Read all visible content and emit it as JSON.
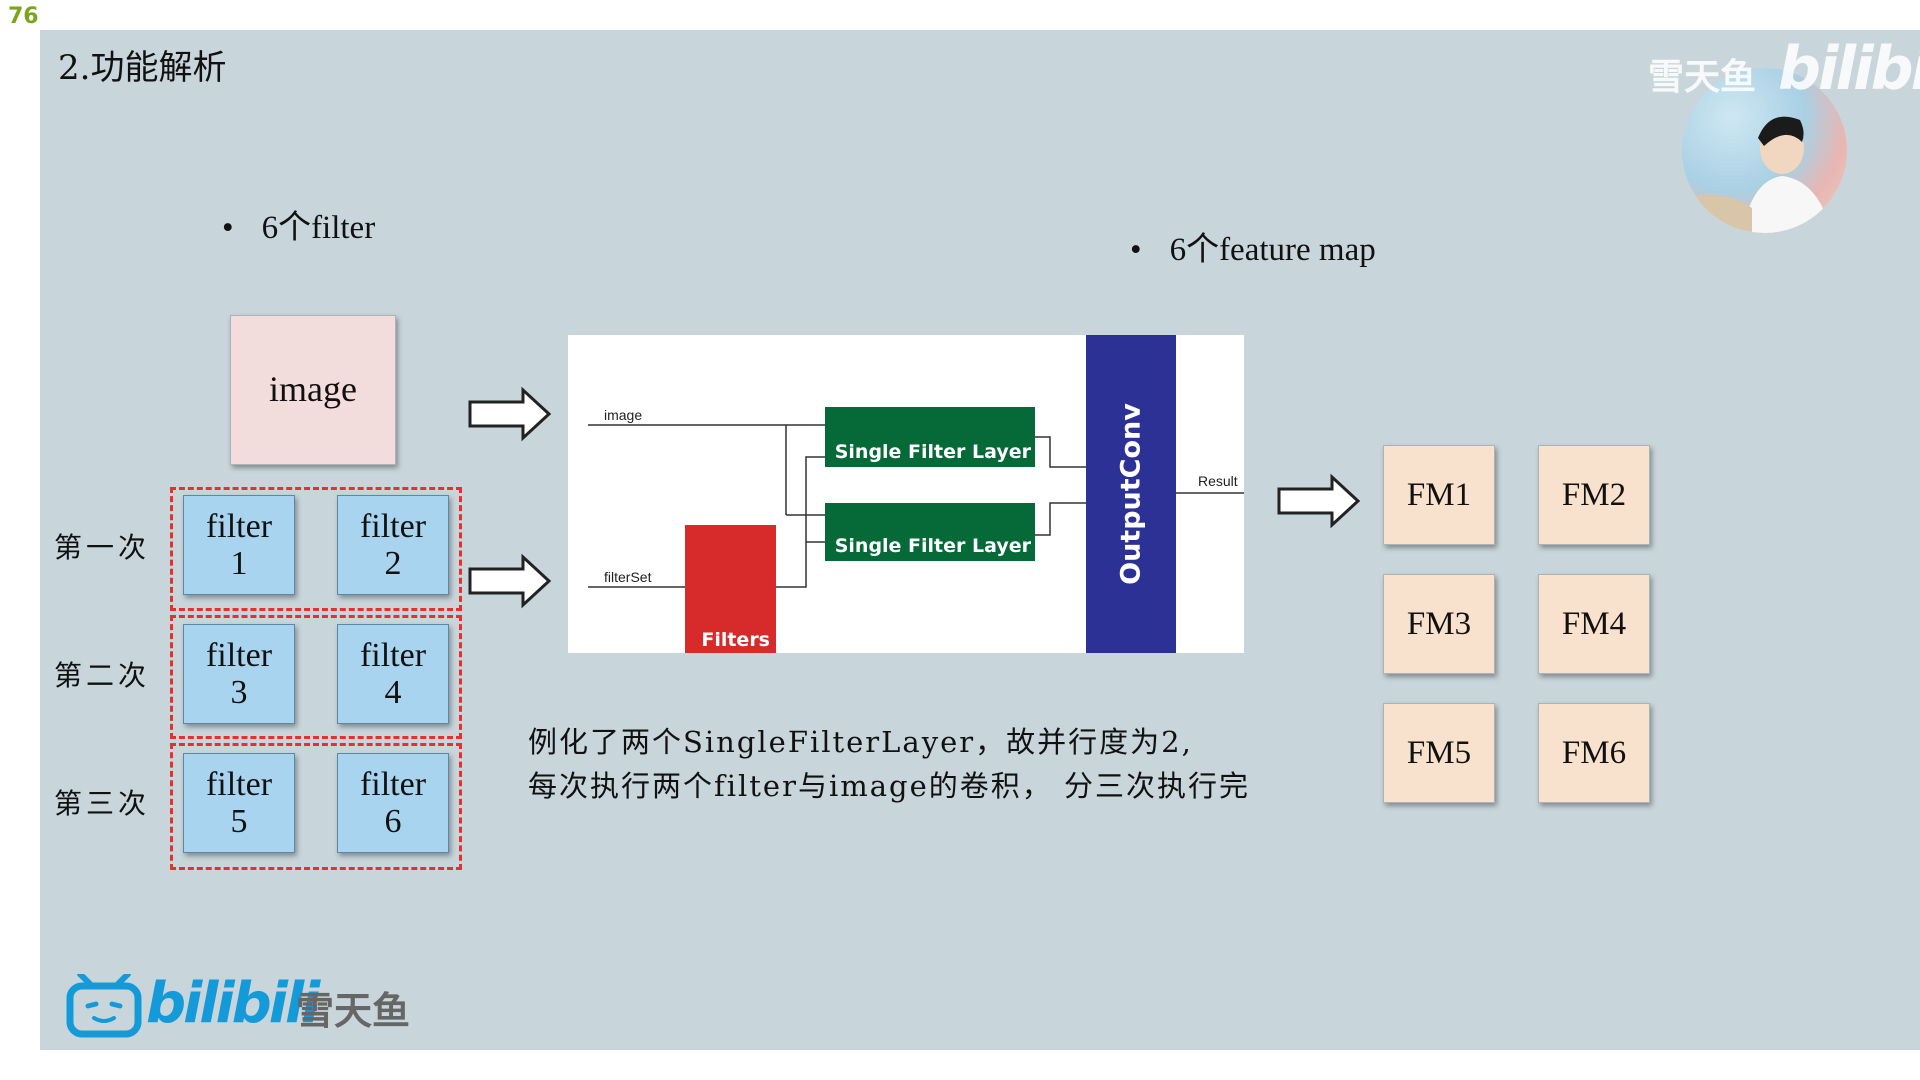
{
  "page_number": "76",
  "title": "2.功能解析",
  "bullets": {
    "filters": "6个filter",
    "feature_maps": "6个feature map"
  },
  "image_box": "image",
  "filters": [
    {
      "name": "filter",
      "index": "1"
    },
    {
      "name": "filter",
      "index": "2"
    },
    {
      "name": "filter",
      "index": "3"
    },
    {
      "name": "filter",
      "index": "4"
    },
    {
      "name": "filter",
      "index": "5"
    },
    {
      "name": "filter",
      "index": "6"
    }
  ],
  "rounds": [
    "第一次",
    "第二次",
    "第三次"
  ],
  "diagram": {
    "image_input": "image",
    "filterset_input": "filterSet",
    "layer_1": "Single Filter Layer",
    "layer_2": "Single Filter Layer",
    "filters_block": "Filters",
    "output_block": "OutputConv",
    "result_label": "Result"
  },
  "description": {
    "line1": "例化了两个SingleFilterLayer，故并行度为2,",
    "line2": "每次执行两个filter与image的卷积， 分三次执行完"
  },
  "feature_maps": [
    "FM1",
    "FM2",
    "FM3",
    "FM4",
    "FM5",
    "FM6"
  ],
  "watermark": {
    "author": "雪天鱼",
    "brand": "bilibili"
  },
  "footer": {
    "brand": "bilibili",
    "author": "雪天鱼"
  },
  "icons": {
    "arrow": "right-arrow-icon",
    "tv": "bilibili-tv-icon"
  },
  "colors": {
    "slide_bg": "#c8d6db",
    "filter_fill": "#a8d4ef",
    "image_fill": "#f3dcdc",
    "fm_fill": "#f9e2cd",
    "sfl_green": "#056a37",
    "filters_red": "#d62b2a",
    "output_blue": "#2b3195",
    "dashed_red": "#e5302b",
    "brand_blue": "#159ad9"
  }
}
